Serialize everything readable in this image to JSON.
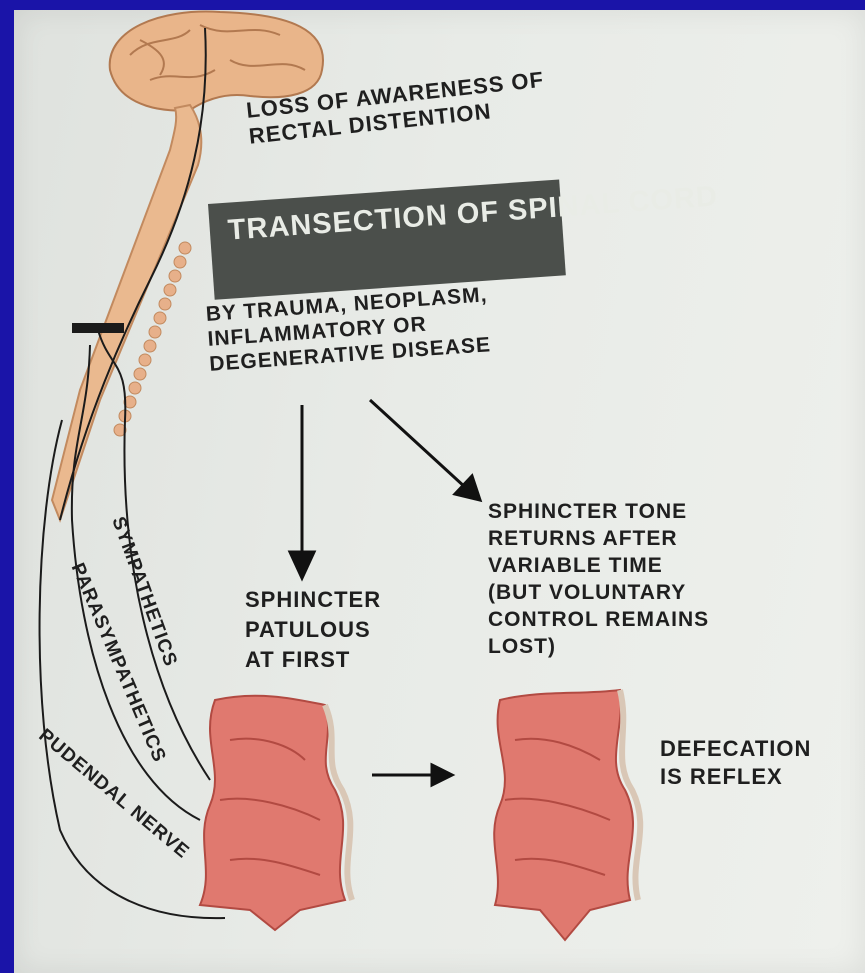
{
  "diagram": {
    "loss_awareness": "LOSS OF AWARENESS OF\nRECTAL DISTENTION",
    "transection": "TRANSECTION OF\nSPINAL CORD",
    "causes": "BY TRAUMA, NEOPLASM,\nINFLAMMATORY OR\nDEGENERATIVE DISEASE",
    "sphincter_tone": "SPHINCTER TONE\nRETURNS AFTER\nVARIABLE TIME\n(BUT VOLUNTARY\nCONTROL REMAINS\nLOST)",
    "sphincter_patulous": "SPHINCTER\nPATULOUS\nAT FIRST",
    "defecation_reflex": "DEFECATION\nIS REFLEX",
    "nerves": {
      "sympathetics": "SYMPATHETICS",
      "parasympathetics": "PARASYMPATHETICS",
      "pudendal": "PUDENDAL NERVE"
    }
  },
  "colors": {
    "slide_background": "#1a14a8",
    "paper": "#e8ebe7",
    "brain": "#e9b58a",
    "rectum": "#e0796f",
    "label_box": "#4b4f4b",
    "text": "#1f1f1f"
  }
}
